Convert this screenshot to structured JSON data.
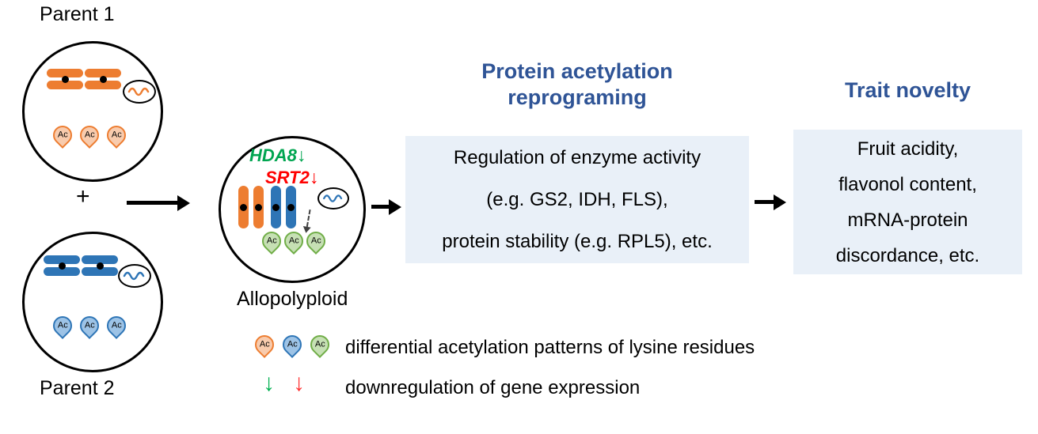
{
  "parents": {
    "parent1_label": "Parent 1",
    "parent2_label": "Parent 2",
    "plus_sign": "+"
  },
  "allopolyploid": {
    "label": "Allopolyploid",
    "gene1": "HDA8",
    "gene2": "SRT2",
    "down_arrow": "↓"
  },
  "ac_marker": "Ac",
  "protein_acetylation": {
    "title_line1": "Protein acetylation",
    "title_line2": "reprograming",
    "body_line1": "Regulation of enzyme activity",
    "body_line2": "(e.g. GS2, IDH, FLS),",
    "body_line3": "protein stability (e.g. RPL5), etc."
  },
  "trait_novelty": {
    "title": "Trait novelty",
    "body_line1": "Fruit acidity,",
    "body_line2": "flavonol content,",
    "body_line3": "mRNA-protein",
    "body_line4": "discordance, etc."
  },
  "legend": {
    "down_arrow": "↓",
    "acetylation_caption": "differential acetylation patterns of lysine residues",
    "downregulation_caption": "downregulation of gene expression"
  },
  "colors": {
    "orange": "#ED7D31",
    "orange_fill": "#F8CBAD",
    "blue": "#2E75B6",
    "blue_fill": "#9DC3E6",
    "green": "#70AD47",
    "green_fill": "#C6E0B4",
    "heading_blue": "#2F5496",
    "gene_green": "#00A550",
    "gene_red": "#FF0000",
    "panel_bg": "#E9F0F8"
  }
}
